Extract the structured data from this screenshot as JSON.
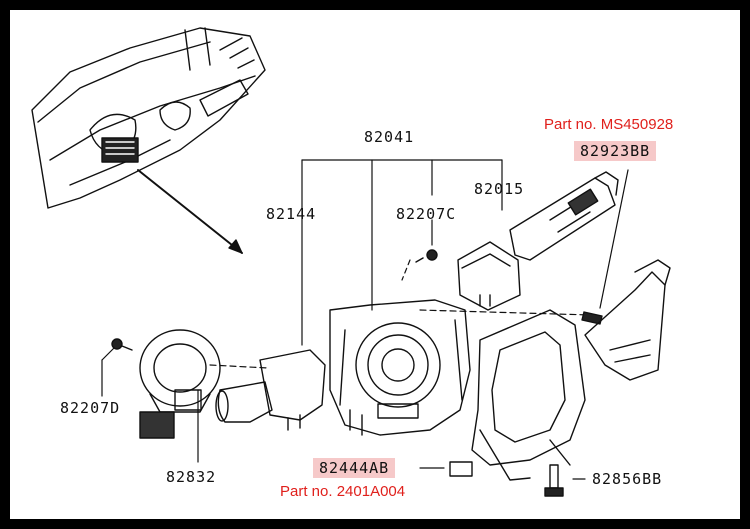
{
  "colors": {
    "highlight": "#f6c9c9",
    "part_note": "#e0201c",
    "line": "#111111",
    "background": "#ffffff",
    "frame": "#000000"
  },
  "labels": {
    "p82041": "82041",
    "p82015": "82015",
    "p82144": "82144",
    "p82207c": "82207C",
    "p82923bb": "82923BB",
    "p82207d": "82207D",
    "p82832": "82832",
    "p82444ab": "82444AB",
    "p82856bb": "82856BB"
  },
  "notes": {
    "top_part_no": "Part no. MS450928",
    "bottom_part_no": "Part no. 2401A004"
  }
}
